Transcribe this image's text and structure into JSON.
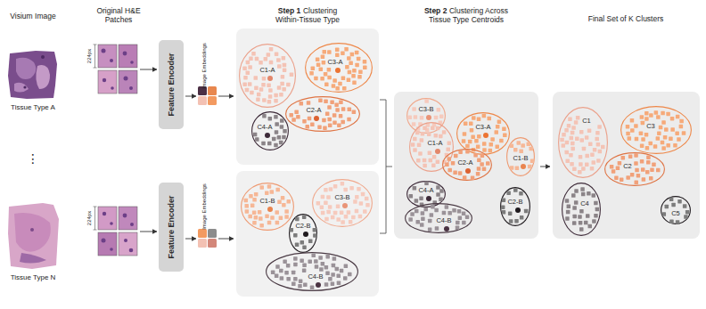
{
  "diagram": {
    "nodes": [
      {
        "text": [
          "Feature Encoder"
        ]
      },
      {
        "text": [
          "Feature Encoder"
        ]
      },
      {
        "text": [
          "C1-A"
        ]
      },
      {
        "text": [
          "C3-A"
        ]
      },
      {
        "text": [
          "C2-A"
        ]
      },
      {
        "text": [
          "C4-A"
        ]
      },
      {
        "text": [
          "C1-B"
        ]
      },
      {
        "text": [
          "C3-B"
        ]
      },
      {
        "text": [
          "C2-B"
        ]
      },
      {
        "text": [
          "C4-B"
        ]
      },
      {
        "text": [
          "C3-B"
        ]
      },
      {
        "text": [
          "C1-A"
        ]
      },
      {
        "text": [
          "C3-A"
        ]
      },
      {
        "text": [
          "C2-A"
        ]
      },
      {
        "text": [
          "C1-B"
        ]
      },
      {
        "text": [
          "C4-A"
        ]
      },
      {
        "text": [
          "C4-B"
        ]
      },
      {
        "text": [
          "C2-B"
        ]
      },
      {
        "text": [
          "C1"
        ]
      },
      {
        "text": [
          "C3"
        ]
      },
      {
        "text": [
          "C2"
        ]
      },
      {
        "text": [
          "C4"
        ]
      },
      {
        "text": [
          "C5"
        ]
      }
    ],
    "labels": [
      "Visium Image",
      "Original H&E Patches",
      "Step 1",
      "Clustering Within-Tissue Type",
      "Step 2",
      "Clustering Across Tissue Type Centroids",
      "Final Set of K Clusters",
      "Tissue Type A",
      "224px",
      "Image Embeddings",
      "⋮",
      "Tissue Type N",
      "224px",
      "Image Embeddings"
    ]
  }
}
